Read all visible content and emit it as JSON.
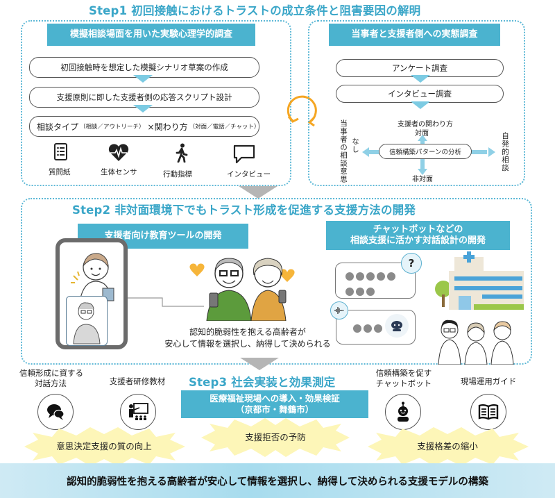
{
  "step1": {
    "title": "Step1 初回接触におけるトラストの成立条件と阻害要因の解明",
    "left": {
      "banner": "模擬相談場面を用いた実験心理学的調査",
      "flow": [
        "初回接触時を想定した模擬シナリオ草案の作成",
        "支援原則に即した支援者側の応答スクリプト設計"
      ],
      "type_row": {
        "main1": "相談タイプ",
        "sub1": "（相談／アウトリーチ）",
        "main2": "×関わり方",
        "sub2": "（対面／電話／チャット）"
      },
      "methods": [
        {
          "icon": "questionnaire-icon",
          "label": "質問紙"
        },
        {
          "icon": "heart-rate-icon",
          "label": "生体センサ"
        },
        {
          "icon": "walking-person-icon",
          "label": "行動指標"
        },
        {
          "icon": "speech-bubble-icon",
          "label": "インタビュー"
        }
      ]
    },
    "right": {
      "banner": "当事者と支援者側への実態調査",
      "flow": [
        "アンケート調査",
        "インタビュー調査"
      ],
      "axis": {
        "top_label": "支援者の関わり方",
        "top_value": "対面",
        "bottom_value": "非対面",
        "left_label": "当事者の相談意思",
        "left_value": "なし",
        "right_value": "自発的相談",
        "center": "信頼構築パターンの分析"
      }
    }
  },
  "step2": {
    "title": "Step2 非対面環境下でもトラスト形成を促進する支援方法の開発",
    "left_banner": "支援者向け教育ツールの開発",
    "right_banner_line1": "チャットボットなどの",
    "right_banner_line2": "相談支援に活かす対話設計の開発",
    "caption_line1": "認知的脆弱性を抱える高齢者が",
    "caption_line2": "安心して情報を選択し、納得して決められる",
    "question_mark": "?"
  },
  "step3": {
    "title": "Step3 社会実装と効果測定",
    "banner_line1": "医療福祉現場への導入・効果検証",
    "banner_line2": "（京都市・舞鶴市）",
    "outputs": [
      {
        "label_line1": "信頼形成に資する",
        "label_line2": "対話方法",
        "icon": "chat-bubbles-icon"
      },
      {
        "label_line1": "支援者研修教材",
        "label_line2": "",
        "icon": "training-icon"
      },
      {
        "label_line1": "信頼構築を促す",
        "label_line2": "チャットボット",
        "icon": "robot-icon"
      },
      {
        "label_line1": "現場運用ガイド",
        "label_line2": "",
        "icon": "book-icon"
      }
    ],
    "effects": [
      "意思決定支援の質の向上",
      "支援拒否の予防",
      "支援格差の縮小"
    ]
  },
  "goal": "認知的脆弱性を抱える高齢者が安心して情報を選択し、納得して決められる支援モデルの構築",
  "colors": {
    "accent": "#4bb3cf",
    "title": "#3aa6c8",
    "cycle_arrow": "#f5a623",
    "burst": "#fdf6b8",
    "heart": "#f6b53a"
  }
}
